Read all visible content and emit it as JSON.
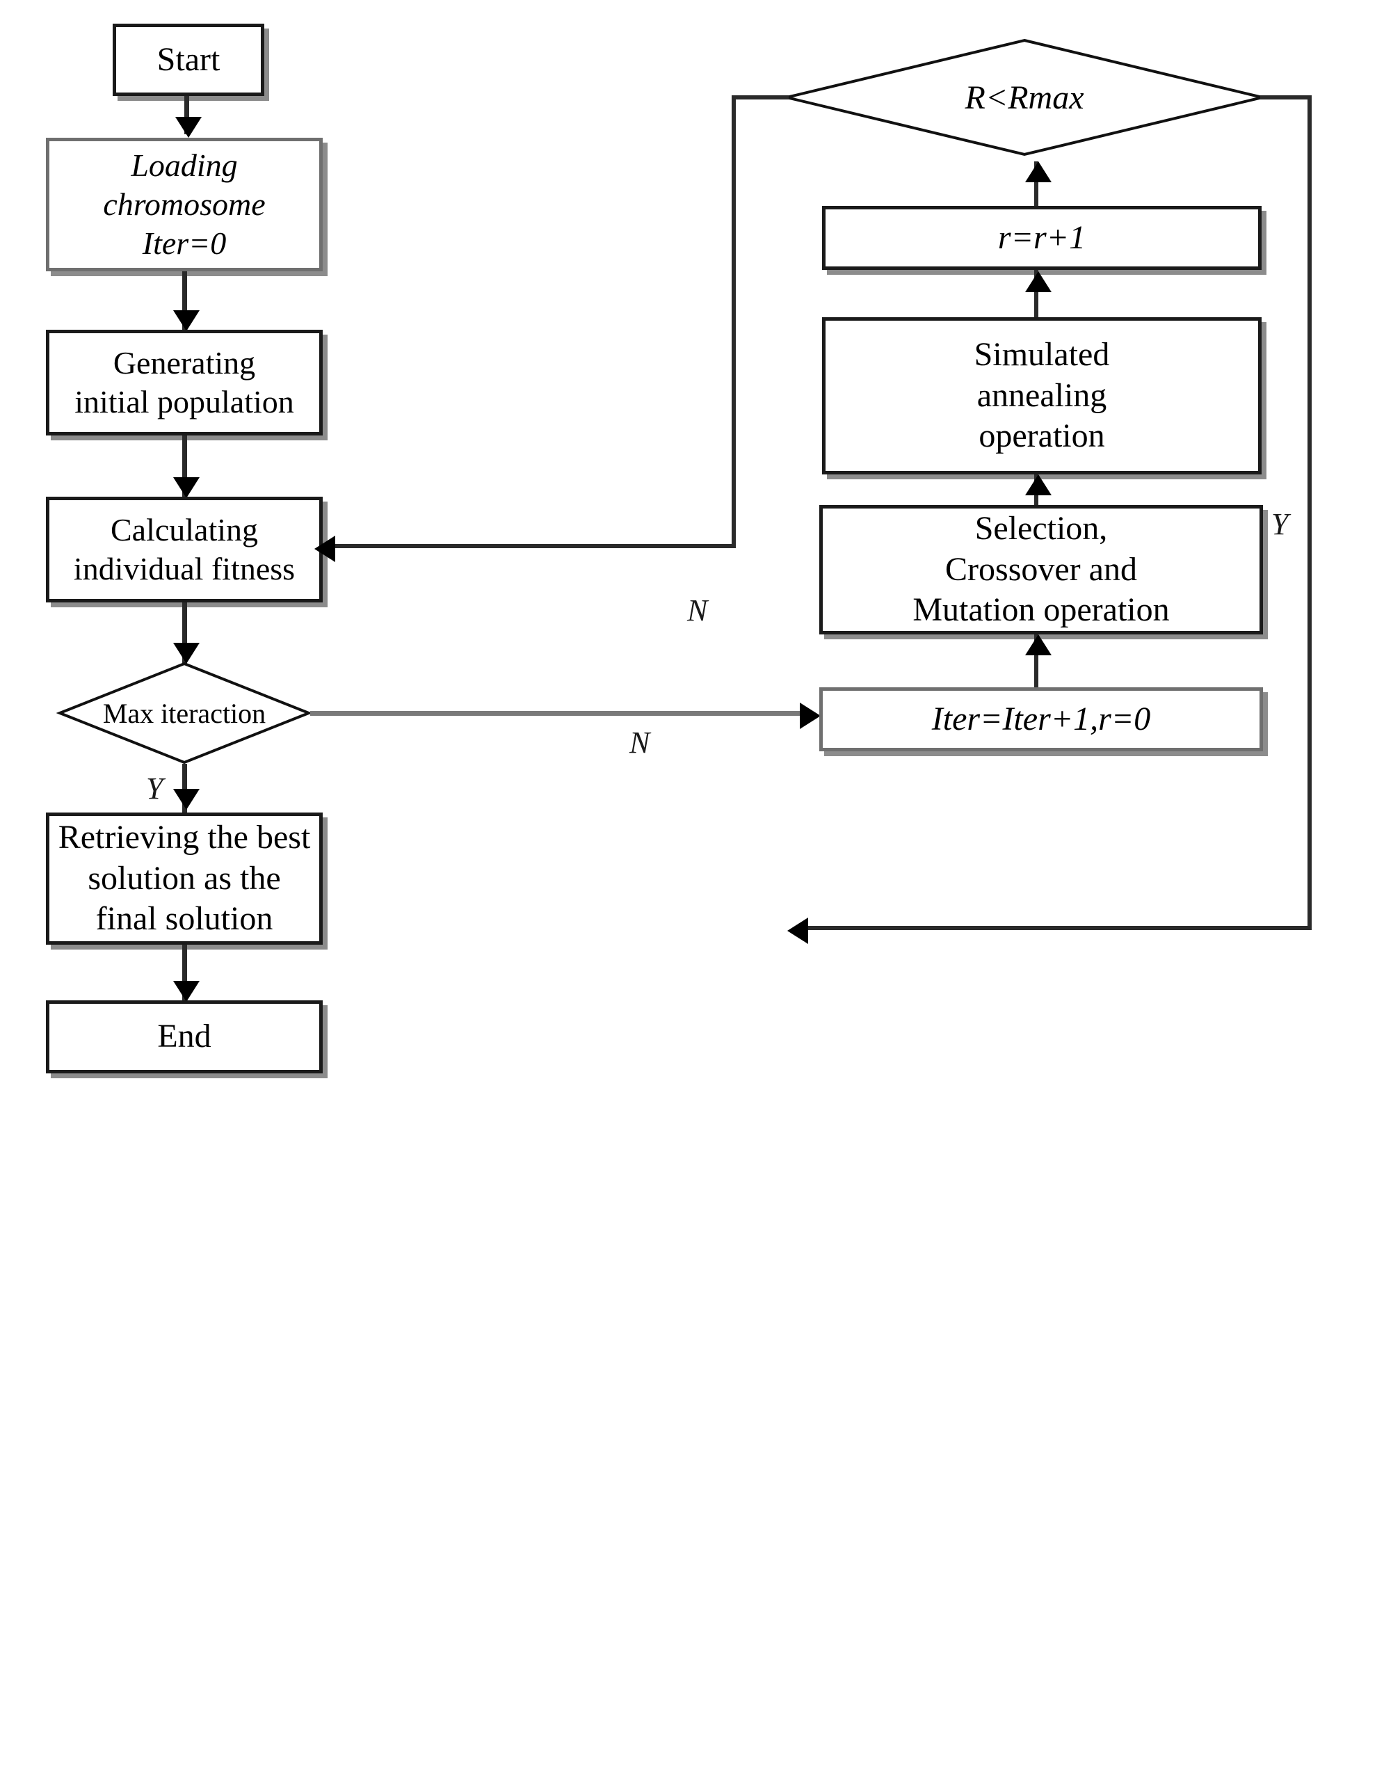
{
  "diagram": {
    "title": "GA-SA hybrid algorithm flowchart",
    "colors": {
      "line": "#1a1a1a",
      "shadow": "#8c8c8c",
      "box_border": "#1a1a1a",
      "gray_border": "#6f6f6f",
      "background": "#ffffff"
    },
    "nodes": {
      "start": {
        "label": "Start",
        "shape": "process"
      },
      "loading": {
        "line1": "Loading",
        "line2": "chromosome",
        "line3": "Iter=0",
        "shape": "process"
      },
      "generating": {
        "line1": "Generating",
        "line2": "initial population",
        "shape": "process"
      },
      "calculating": {
        "line1": "Calculating",
        "line2": "individual fitness",
        "shape": "process"
      },
      "max_iteraction": {
        "label": "Max iteraction",
        "shape": "decision"
      },
      "retrieving": {
        "line1": "Retrieving the best",
        "line2": "solution as the",
        "line3": "final solution",
        "shape": "process"
      },
      "end": {
        "label": "End",
        "shape": "process"
      },
      "r_lt_rmax": {
        "label": "R<Rmax",
        "shape": "decision"
      },
      "r_increment": {
        "label": "r=r+1",
        "shape": "process"
      },
      "annealing": {
        "line1": "Simulated",
        "line2": "annealing",
        "line3": "operation",
        "shape": "process"
      },
      "gaops": {
        "line1": "Selection,",
        "line2": "Crossover and",
        "line3": "Mutation operation",
        "shape": "process"
      },
      "iter_increment": {
        "label": "Iter=Iter+1,r=0",
        "shape": "process"
      }
    },
    "edge_labels": {
      "max_iteraction_no": "N",
      "max_iteraction_yes": "Y",
      "rmax_no": "N",
      "rmax_yes": "Y"
    }
  }
}
